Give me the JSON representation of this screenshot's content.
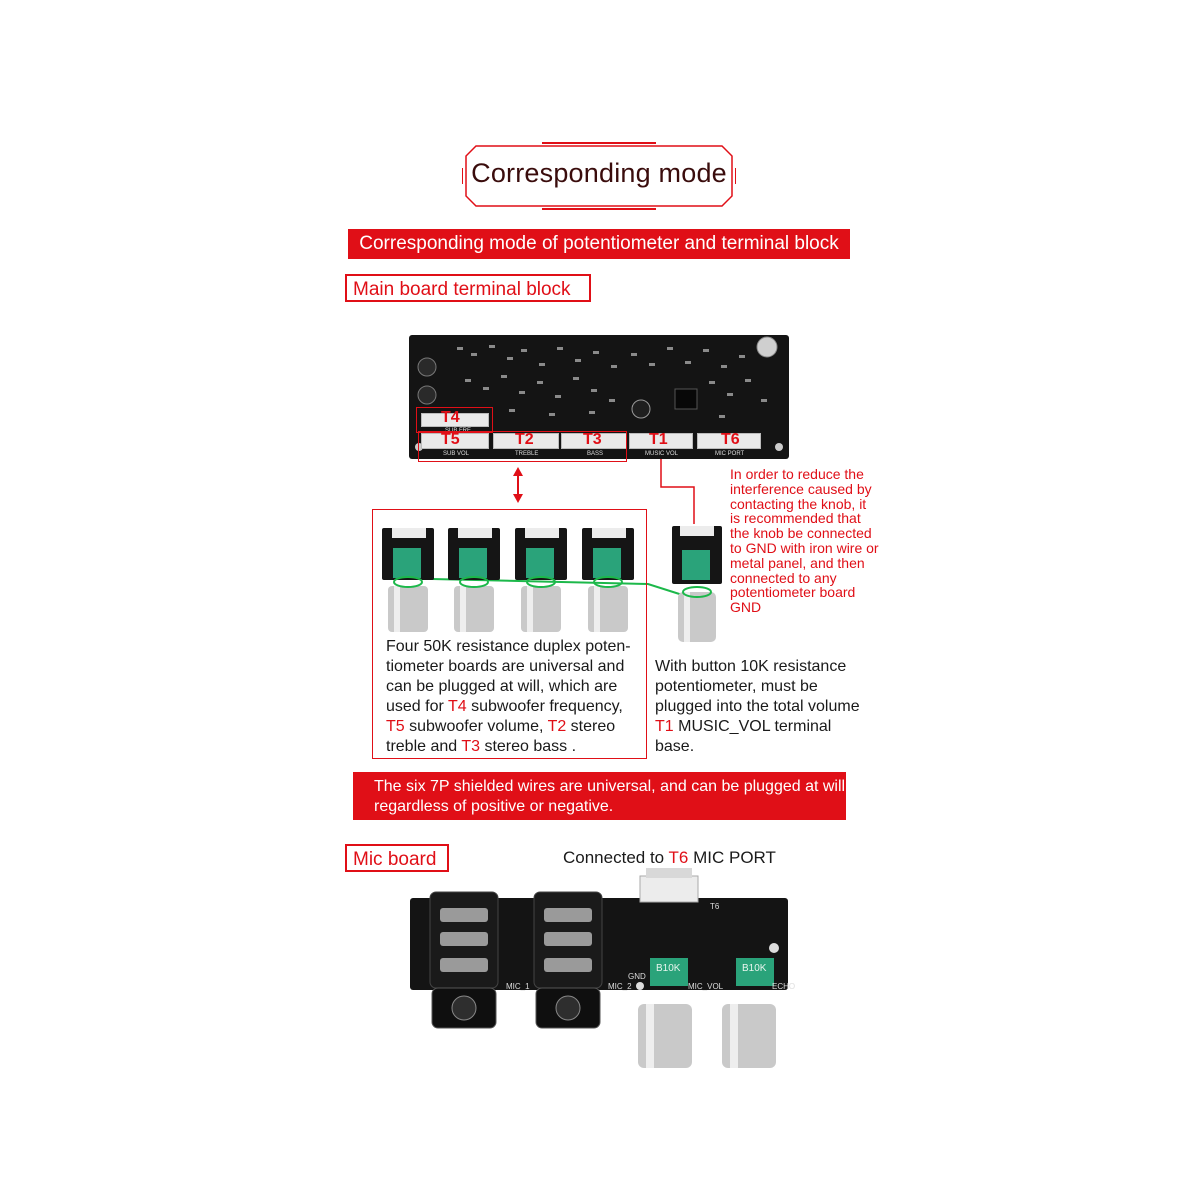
{
  "title": "Corresponding mode",
  "banner_top": "Corresponding mode of potentiometer and terminal block",
  "main_section_label": "Main board terminal block",
  "terminals": [
    {
      "id": "T4",
      "pcb_label": "SUB FRE"
    },
    {
      "id": "T5",
      "pcb_label": "SUB VOL"
    },
    {
      "id": "T2",
      "pcb_label": "TREBLE"
    },
    {
      "id": "T3",
      "pcb_label": "BASS"
    },
    {
      "id": "T1",
      "pcb_label": "MUSIC VOL"
    },
    {
      "id": "T6",
      "pcb_label": "MIC PORT"
    }
  ],
  "note": "In order to reduce the interference caused by contacting the knob, it is recommended that the knob be connected to GND with iron wire or metal panel, and then connected to any potentiometer board GND",
  "left_desc": {
    "p1": "Four 50K resistance duplex poten-tiometer boards are universal and can be plugged at will, which are used for ",
    "t4": "T4",
    "p2": " subwoofer frequency, ",
    "t5": "T5",
    "p3": " subwoofer volume, ",
    "t2": "T2",
    "p4": " stereo treble and ",
    "t3": "T3",
    "p5": " stereo bass ."
  },
  "right_desc": {
    "p1": "With button 10K resistance potentiometer, must be plugged into the total volume ",
    "t1": "T1",
    "p2": " MUSIC_VOL terminal base."
  },
  "banner_bottom": "The six 7P shielded wires are universal, and can be plugged at will regardless of positive or negative.",
  "mic_section_label": "Mic board",
  "mic_caption": {
    "p1": "Connected to ",
    "t6": "T6",
    "p2": " MIC PORT"
  },
  "mic_board": {
    "labels": [
      "MIC_1",
      "MIC_2",
      "MIC_VOL",
      "ECHO",
      "GND",
      "T6"
    ],
    "pot_label": "B10K"
  },
  "colors": {
    "accent": "#e00f17",
    "pcb": "#141414",
    "pot_green": "#2aa37a"
  }
}
